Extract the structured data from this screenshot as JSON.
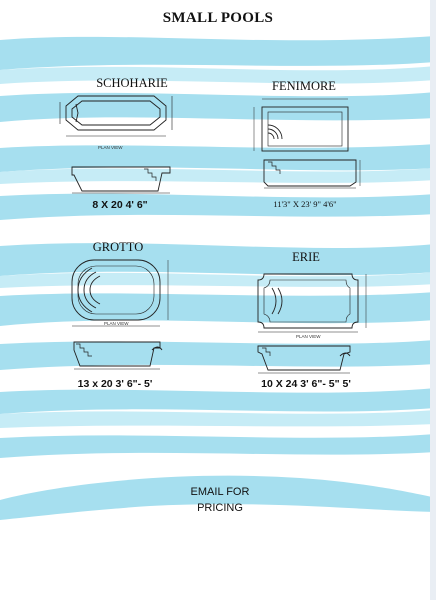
{
  "page": {
    "title": "SMALL POOLS"
  },
  "colors": {
    "water": "#9ddced",
    "water_light": "#c4ebf5",
    "line": "#222222"
  },
  "pools": [
    {
      "name": "SCHOHARIE",
      "dimensions": "8 X 20 4' 6\"",
      "plan_label": "PLAN VIEW"
    },
    {
      "name": "FENIMORE",
      "dimensions": "11'3\" X 23' 9\"  4'6\""
    },
    {
      "name": "GROTTO",
      "dimensions": "13 x 20 3' 6\"- 5'",
      "plan_label": "PLAN VIEW"
    },
    {
      "name": "ERIE",
      "dimensions": "10 X 24 3' 6\"- 5\" 5'",
      "plan_label": "PLAN VIEW"
    }
  ],
  "footer": {
    "contact_line1": "EMAIL FOR",
    "contact_line2": "PRICING"
  }
}
